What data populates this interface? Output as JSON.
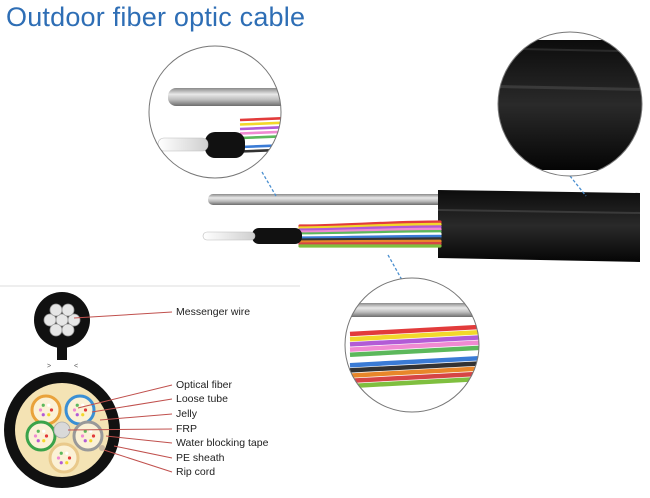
{
  "title": "Outdoor fiber optic cable",
  "diagram": {
    "labels": [
      {
        "key": "messenger",
        "text": "Messenger wire"
      },
      {
        "key": "fiber",
        "text": "Optical fiber"
      },
      {
        "key": "tube",
        "text": "Loose tube"
      },
      {
        "key": "jelly",
        "text": "Jelly"
      },
      {
        "key": "frp",
        "text": "FRP"
      },
      {
        "key": "tape",
        "text": "Water blocking tape"
      },
      {
        "key": "sheath",
        "text": "PE sheath"
      },
      {
        "key": "rip",
        "text": "Rip cord"
      }
    ],
    "leader_color": "#c0504d",
    "tube_colors": [
      "#e9a23b",
      "#3a8fd4",
      "#3aa34a",
      "#999999",
      "#e9c98b"
    ],
    "fiber_colors": [
      "#e23b3b",
      "#f2d82a",
      "#b25bd6",
      "#f08ad2",
      "#5cb85c",
      "#ffffff",
      "#3a7bd5",
      "#333333",
      "#e8862a",
      "#d64545",
      "#7fbf3f"
    ]
  }
}
